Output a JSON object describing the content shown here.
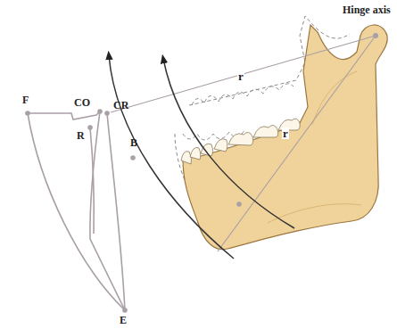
{
  "diagram": {
    "labels": [
      "Hinge axis",
      "r",
      "r",
      "F",
      "CO",
      "CR",
      "R",
      "B",
      "E"
    ]
  }
}
